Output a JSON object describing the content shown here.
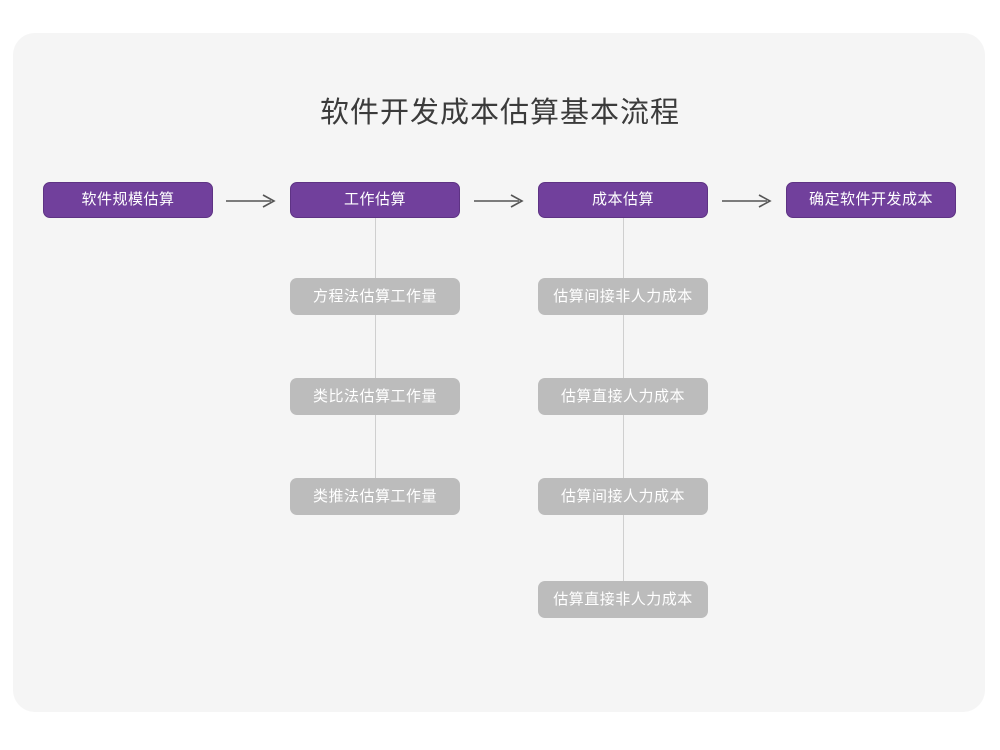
{
  "title": "软件开发成本估算基本流程",
  "colors": {
    "page_background": "#ffffff",
    "card_background": "#f5f5f5",
    "primary_box": "#71409c",
    "primary_box_border": "#5e3384",
    "secondary_box": "#bcbcbc",
    "box_text": "#ffffff",
    "title_text": "#3b3b3b",
    "connector_line": "#cfcfcf",
    "arrow": "#555555"
  },
  "chart_data": {
    "type": "diagram",
    "diagram_kind": "flowchart",
    "title": "软件开发成本估算基本流程",
    "orientation": "left-to-right main flow with vertical sub-step columns",
    "main_flow": [
      {
        "id": "step1",
        "label": "软件规模估算",
        "substeps": []
      },
      {
        "id": "step2",
        "label": "工作估算",
        "substeps": [
          "方程法估算工作量",
          "类比法估算工作量",
          "类推法估算工作量"
        ]
      },
      {
        "id": "step3",
        "label": "成本估算",
        "substeps": [
          "估算间接非人力成本",
          "估算直接人力成本",
          "估算间接人力成本",
          "估算直接非人力成本"
        ]
      },
      {
        "id": "step4",
        "label": "确定软件开发成本",
        "substeps": []
      }
    ],
    "connectors": [
      {
        "from": "step1",
        "to": "step2",
        "type": "arrow-right"
      },
      {
        "from": "step2",
        "to": "step3",
        "type": "arrow-right"
      },
      {
        "from": "step3",
        "to": "step4",
        "type": "arrow-right"
      },
      {
        "from": "step2",
        "to": "substeps",
        "type": "vertical-line"
      },
      {
        "from": "step3",
        "to": "substeps",
        "type": "vertical-line"
      }
    ]
  },
  "nodes": {
    "main": [
      {
        "label": "软件规模估算"
      },
      {
        "label": "工作估算"
      },
      {
        "label": "成本估算"
      },
      {
        "label": "确定软件开发成本"
      }
    ],
    "work_estimation_methods": [
      {
        "label": "方程法估算工作量"
      },
      {
        "label": "类比法估算工作量"
      },
      {
        "label": "类推法估算工作量"
      }
    ],
    "cost_estimation_methods": [
      {
        "label": "估算间接非人力成本"
      },
      {
        "label": "估算直接人力成本"
      },
      {
        "label": "估算间接人力成本"
      },
      {
        "label": "估算直接非人力成本"
      }
    ]
  }
}
